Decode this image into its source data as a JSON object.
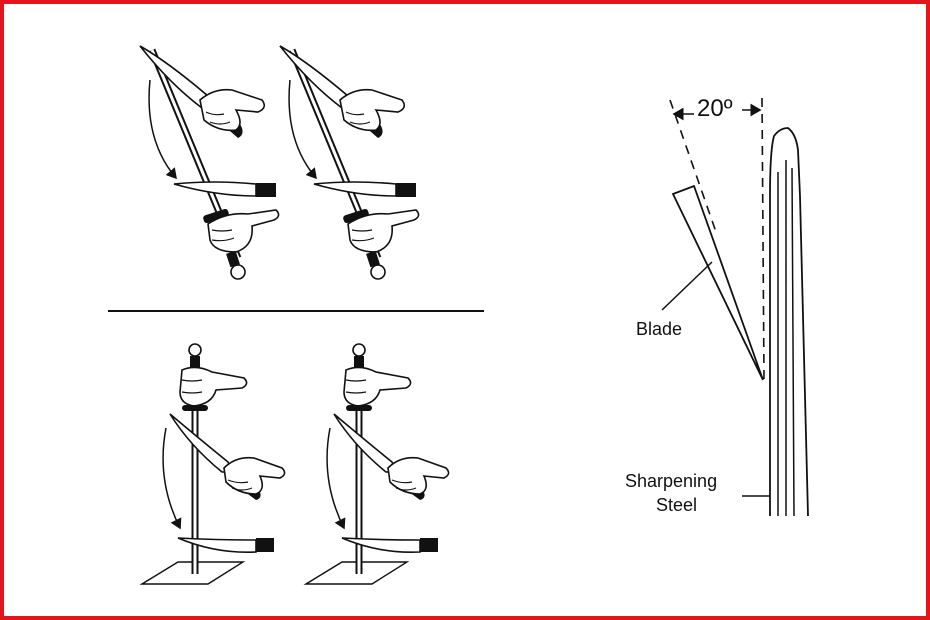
{
  "colors": {
    "frame": "#e3141b",
    "ink": "#111111"
  },
  "labels": {
    "angle": "20º",
    "blade": "Blade",
    "steel_line1": "Sharpening",
    "steel_line2": "Steel"
  }
}
